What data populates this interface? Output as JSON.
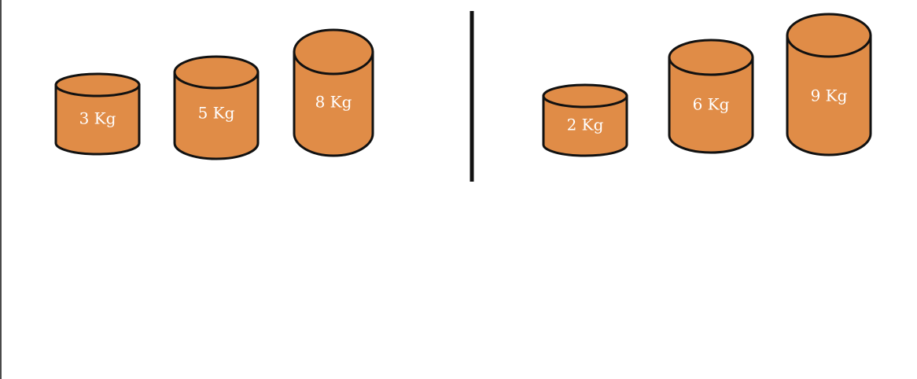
{
  "colors": {
    "weight_fill": "#e08c47",
    "outline": "#111111",
    "divider": "#111111",
    "label": "#ffffff"
  },
  "groups": [
    {
      "id": "left",
      "weights": [
        {
          "label": "3 Kg"
        },
        {
          "label": "5 Kg"
        },
        {
          "label": "8 Kg"
        }
      ]
    },
    {
      "id": "right",
      "weights": [
        {
          "label": "2 Kg"
        },
        {
          "label": "6 Kg"
        },
        {
          "label": "9 Kg"
        }
      ]
    }
  ]
}
